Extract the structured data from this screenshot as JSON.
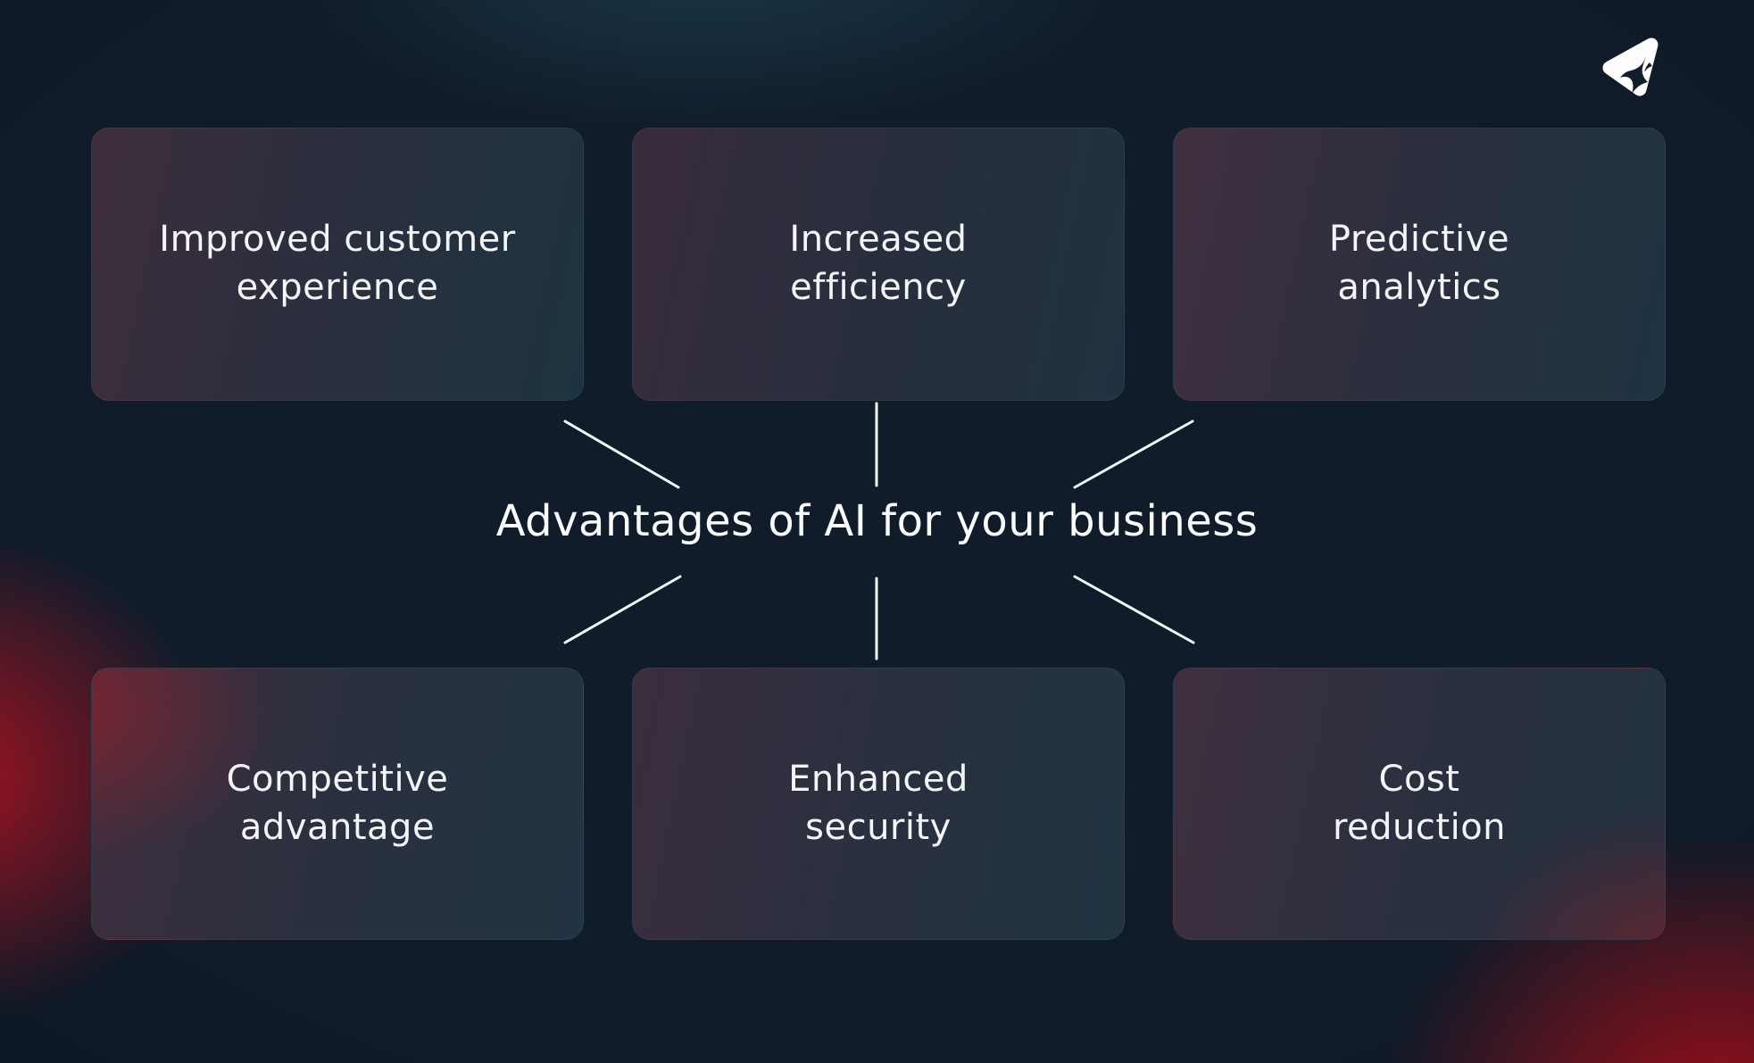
{
  "title": "Advantages of AI for your business",
  "nodes": [
    {
      "id": "improved-customer-experience",
      "line1": "Improved customer",
      "line2": "experience"
    },
    {
      "id": "increased-efficiency",
      "line1": "Increased",
      "line2": "efficiency"
    },
    {
      "id": "predictive-analytics",
      "line1": "Predictive",
      "line2": "analytics"
    },
    {
      "id": "competitive-advantage",
      "line1": "Competitive",
      "line2": "advantage"
    },
    {
      "id": "enhanced-security",
      "line1": "Enhanced",
      "line2": "security"
    },
    {
      "id": "cost-reduction",
      "line1": "Cost",
      "line2": "reduction"
    }
  ],
  "logo": {
    "icon": "paper-plane-fox-logo-icon"
  },
  "colors": {
    "background": "#111c2b",
    "glow_red": "#a01520",
    "glow_teal": "#224e5c",
    "card_gradient_left": "#3d2d3b",
    "card_gradient_right": "#1e3341",
    "connector_line": "#f5f7f8",
    "title_text": "#fbfcfd",
    "card_text": "#f3f5f7",
    "logo_fill": "#fdfdfe"
  }
}
